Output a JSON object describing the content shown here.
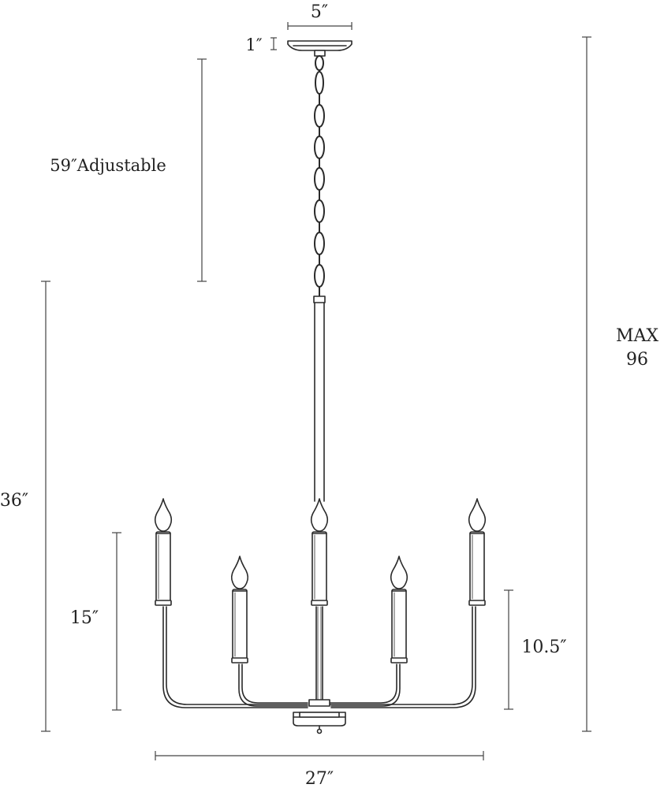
{
  "dimensions": {
    "canopy_width": "5″",
    "canopy_height": "1″",
    "chain_length": "59″Adjustable",
    "fixture_height": "36″",
    "arm_height": "15″",
    "inner_candle_height": "10.5″",
    "fixture_width": "27″",
    "max_height_line1": "MAX",
    "max_height_line2": "96"
  },
  "colors": {
    "line": "#2a2a2a",
    "dim_line": "#444444",
    "text": "#222222"
  }
}
